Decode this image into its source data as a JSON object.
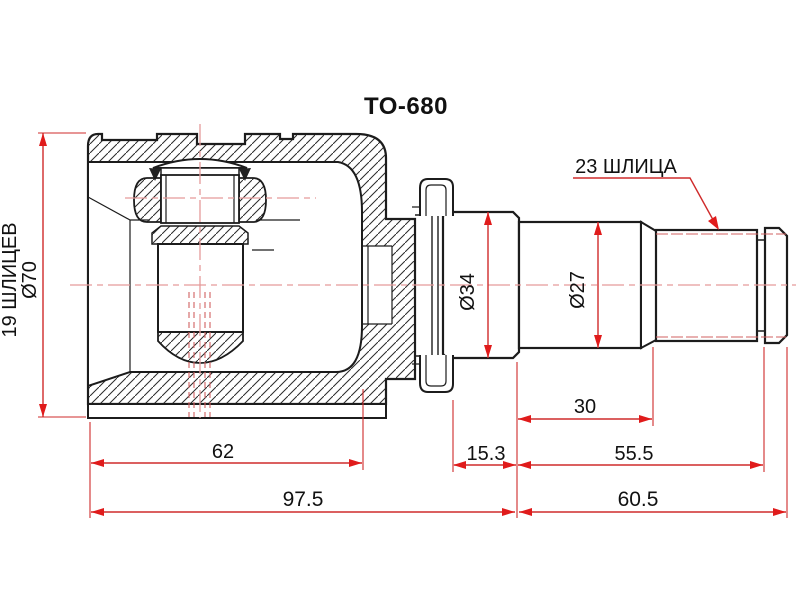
{
  "drawing": {
    "part_number": "TO-680",
    "callouts": {
      "inner_splines": "19 ШЛИЦЕВ",
      "housing_diameter": "Ø70",
      "outer_splines": "23 ШЛИЦА",
      "stub_diameter": "Ø34",
      "shaft_diameter": "Ø27"
    },
    "dimensions": {
      "spline_length": "30",
      "cup_depth": "62",
      "neck_length": "15.3",
      "shaft_length": "55.5",
      "overall_left": "97.5",
      "overall_right": "60.5"
    },
    "colors": {
      "dimension_red": "#cf2b2b",
      "arrow_red": "#e01b1b",
      "centerline_pink": "#e59a9a",
      "hidden_red": "#d06060",
      "line_black": "#1c1c1c",
      "background": "#ffffff"
    }
  }
}
